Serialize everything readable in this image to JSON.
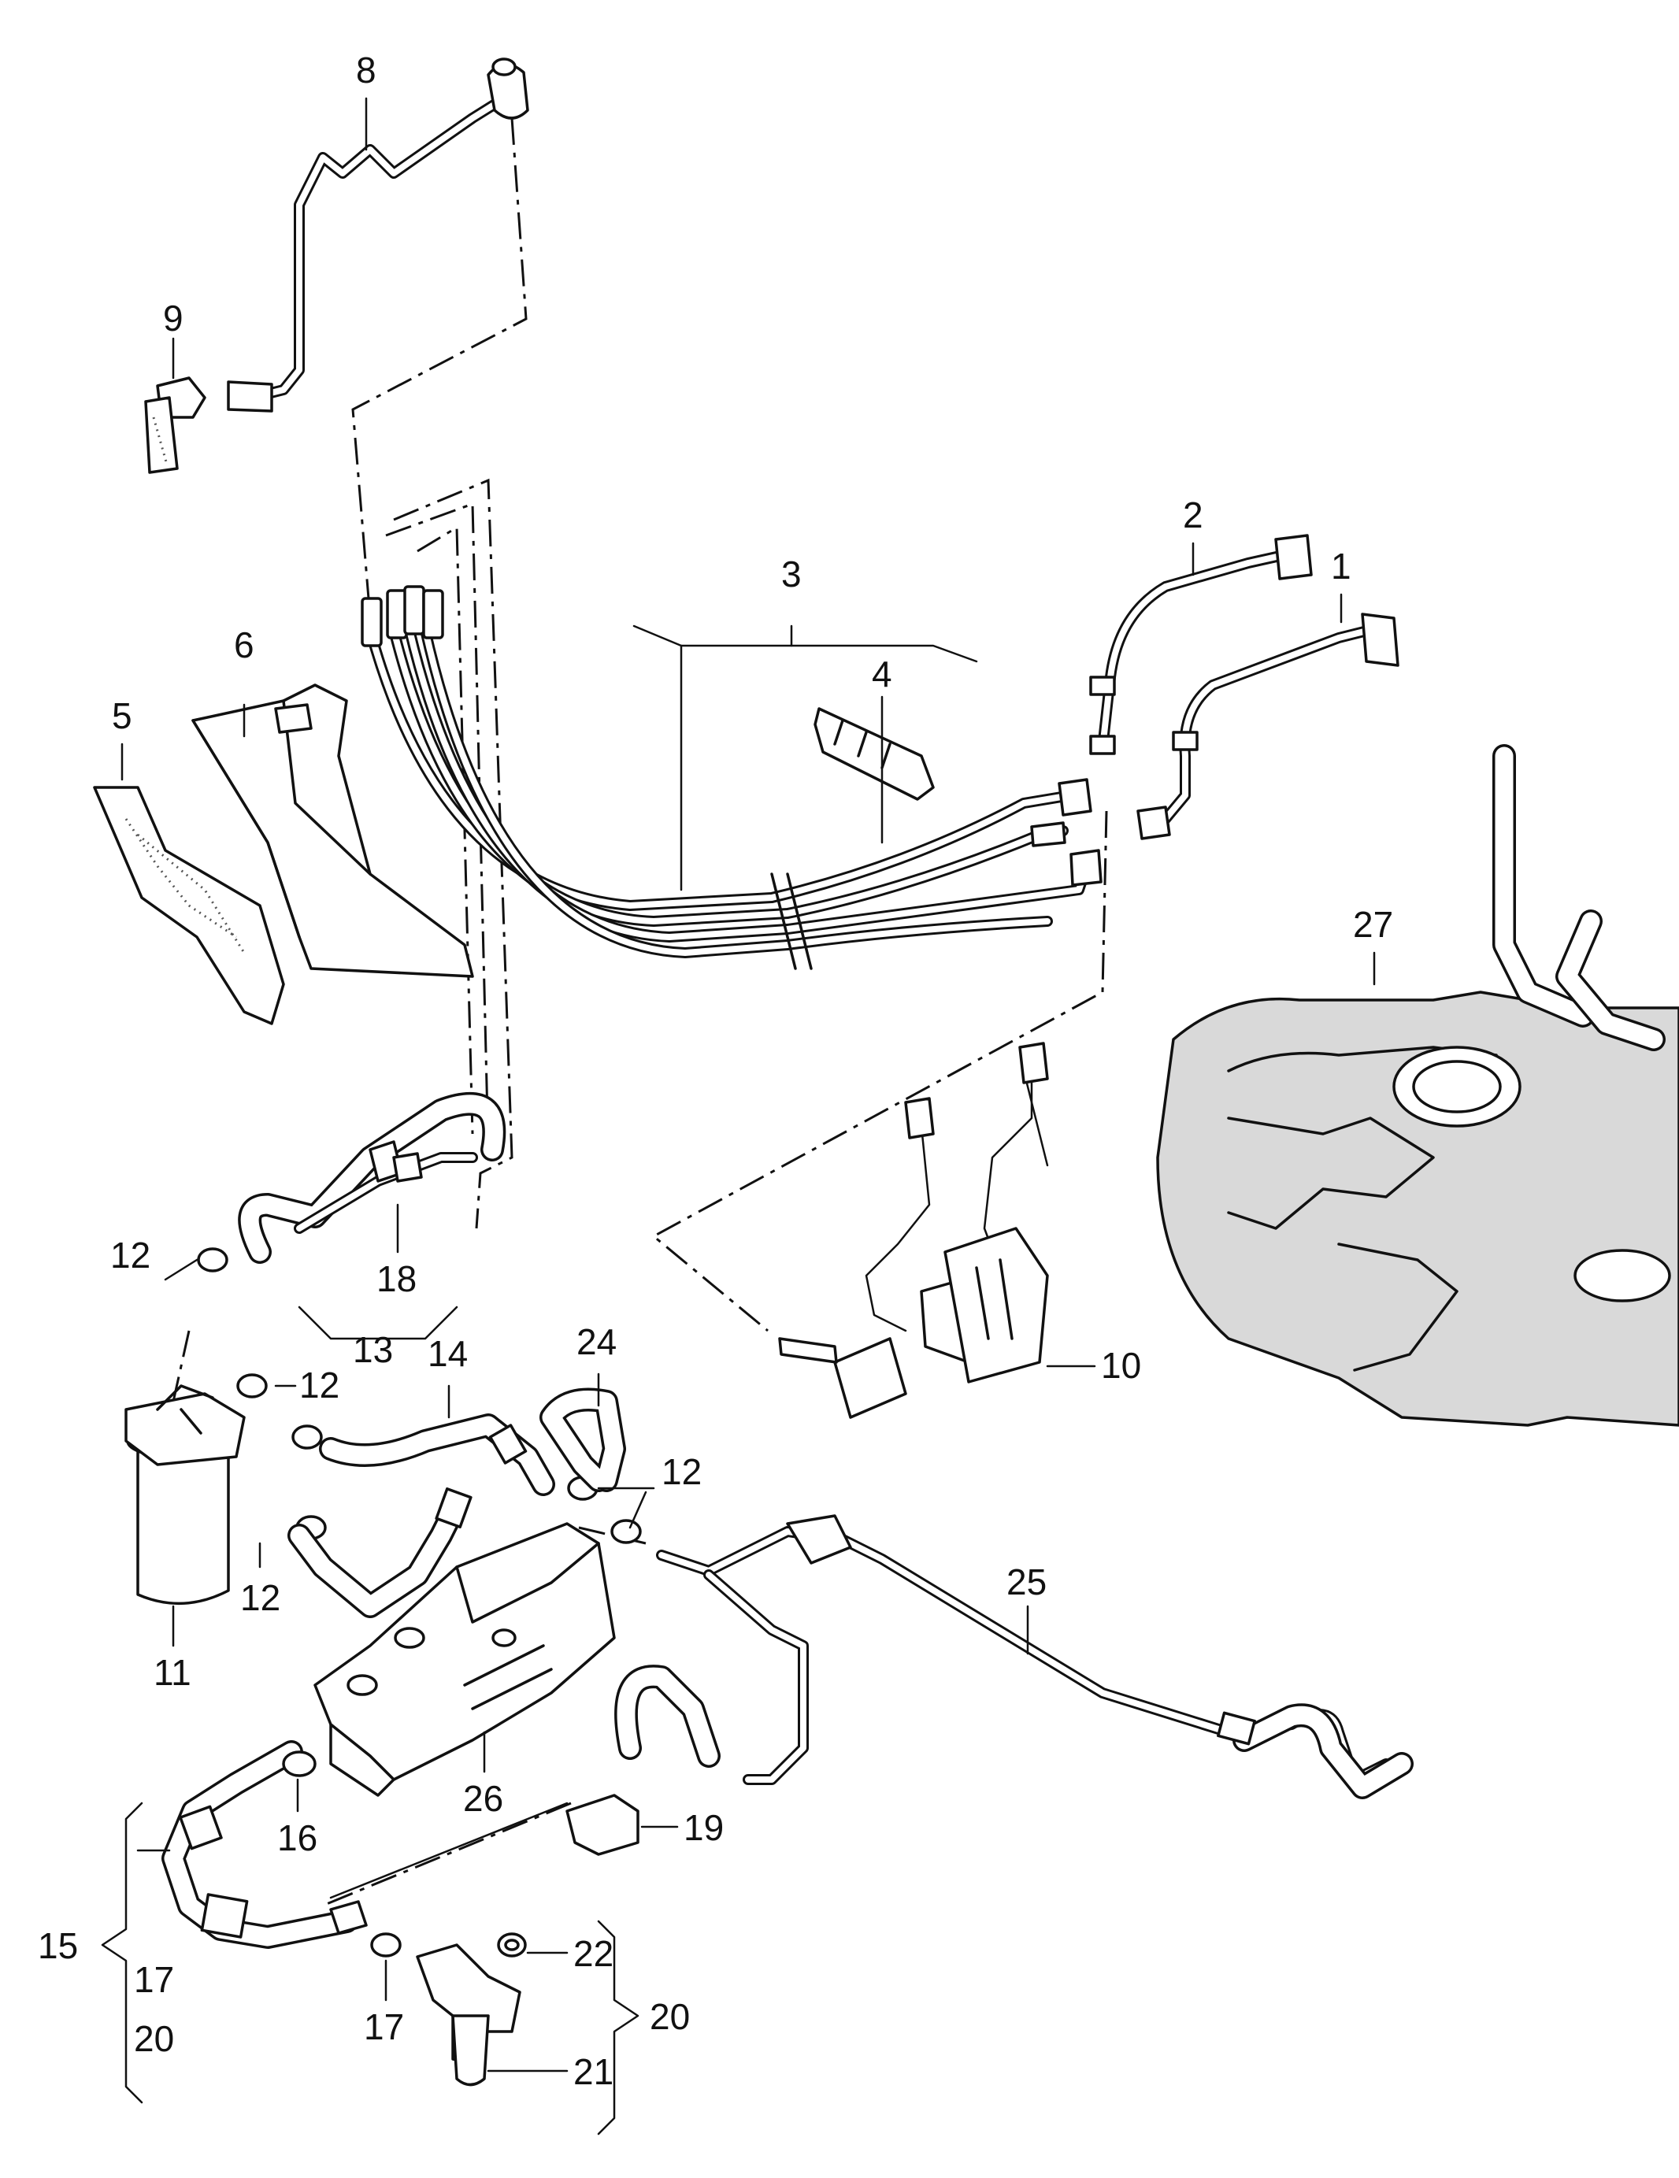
{
  "callouts": {
    "c1": "1",
    "c2": "2",
    "c3": "3",
    "c4": "4",
    "c5": "5",
    "c6": "6",
    "c8": "8",
    "c9": "9",
    "c10": "10",
    "c11": "11",
    "c12a": "12",
    "c12b": "12",
    "c12c": "12",
    "c12d": "12",
    "c13": "13",
    "c14": "14",
    "c15": "15",
    "c16": "16",
    "c17a": "17",
    "c17b": "17",
    "c18": "18",
    "c19": "19",
    "c20a": "20",
    "c20b": "20",
    "c21": "21",
    "c22": "22",
    "c24": "24",
    "c25": "25",
    "c26": "26",
    "c27": "27"
  }
}
